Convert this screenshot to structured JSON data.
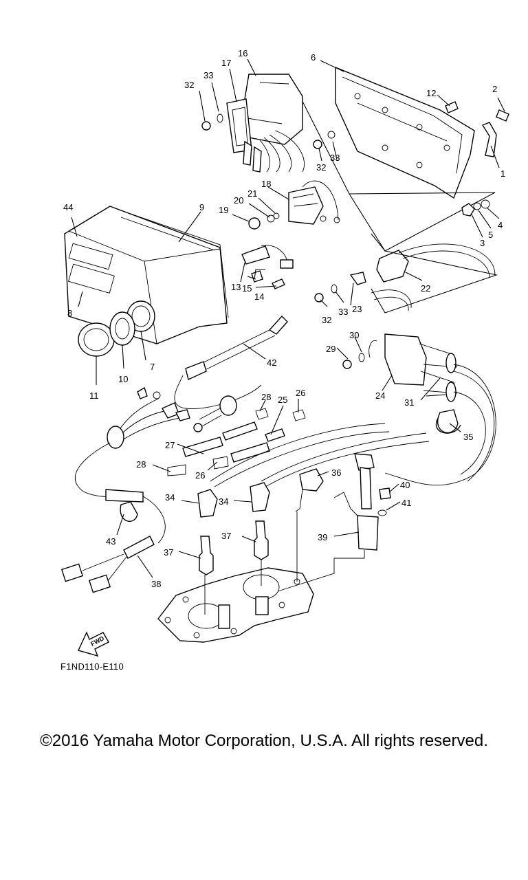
{
  "diagram": {
    "code": "F1ND110-E110",
    "fwd_label": "FWD",
    "callouts": [
      "1",
      "2",
      "3",
      "4",
      "5",
      "6",
      "7",
      "8",
      "9",
      "10",
      "11",
      "12",
      "13",
      "14",
      "15",
      "16",
      "17",
      "18",
      "19",
      "20",
      "21",
      "22",
      "23",
      "24",
      "25",
      "26",
      "27",
      "28",
      "29",
      "30",
      "31",
      "32",
      "33",
      "34",
      "35",
      "36",
      "37",
      "38",
      "39",
      "40",
      "41",
      "42",
      "43",
      "44"
    ]
  },
  "footer": {
    "copyright": "©2016 Yamaha Motor Corporation, U.S.A. All rights reserved."
  }
}
